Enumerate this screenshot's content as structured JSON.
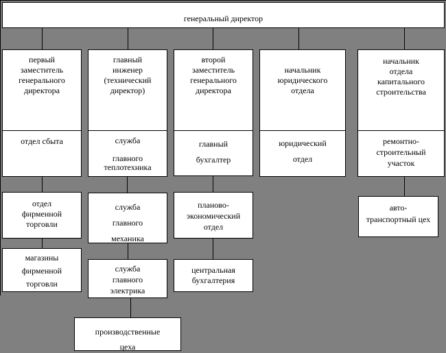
{
  "colors": {
    "background": "#808080",
    "box_bg": "#ffffff",
    "border": "#000000",
    "text": "#000000"
  },
  "diagram": {
    "type": "org-chart",
    "root": {
      "label": "генеральный директор"
    },
    "columns": [
      {
        "head": "первый\nзаместитель\nгенерального\nдиректора",
        "children": [
          "отдел сбыта",
          "отдел\nфирменной\nторговли",
          "магазины\nфирменной\nторговли"
        ]
      },
      {
        "head": "главный\nинженер\n(технический\nдиректор)",
        "children": [
          "служба\n\nглавного\nтеплотехника",
          "служба\nглавного\nмеханика",
          "служба\nглавного\nэлектрика",
          "производственные\nцеха"
        ]
      },
      {
        "head": "второй\nзаместитель\nгенерального\nдиректора",
        "children": [
          "главный\nбухгалтер",
          "планово-\nэкономический\nотдел",
          "центральная\nбухгалтерия"
        ]
      },
      {
        "head": "начальник\nюридического\nотдела",
        "children": [
          "юридический\nотдел"
        ]
      },
      {
        "head": "начальник\nотдела\nкапитального\nстроительства",
        "children": [
          "ремонтно-\nстроительный\nучасток",
          "авто-\nтранспортный цех"
        ]
      }
    ]
  }
}
